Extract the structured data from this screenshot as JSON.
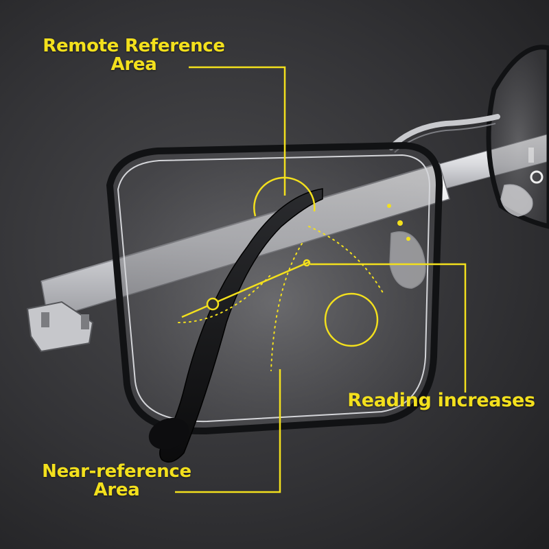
{
  "callouts": {
    "remote_reference": "Remote Reference Area",
    "reading_increases": "Reading increases",
    "near_reference": "Near-reference Area"
  },
  "colors": {
    "annotation": "#f3e01d",
    "background": "#3a3a3d",
    "frame": "#111214",
    "temple_silver": "#e6e7ea"
  }
}
